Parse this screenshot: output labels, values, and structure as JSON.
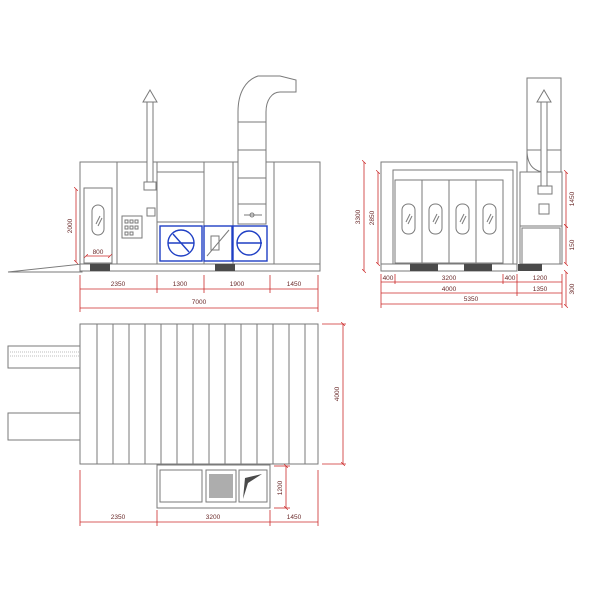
{
  "colors": {
    "line": "#7a7a7a",
    "dimension": "#cc2a2a",
    "fan": "#1f3fc4",
    "base": "#4a4a4a"
  },
  "front_view": {
    "door_width": "800",
    "door_height": "2000",
    "segments": [
      "2350",
      "1300",
      "1900",
      "1450"
    ],
    "total_length": "7000"
  },
  "side_view": {
    "height_total": "3300",
    "height_inner": "2850",
    "segments_top": [
      "400",
      "3200",
      "400",
      "1200"
    ],
    "segment_4000": "4000",
    "segment_1350": "1350",
    "total_width": "5350",
    "right_upper": "1450",
    "right_lower": "150",
    "right_base": "300"
  },
  "top_view": {
    "width": "4000",
    "unit_depth": "1200",
    "segments": [
      "2350",
      "3200",
      "1450"
    ]
  }
}
